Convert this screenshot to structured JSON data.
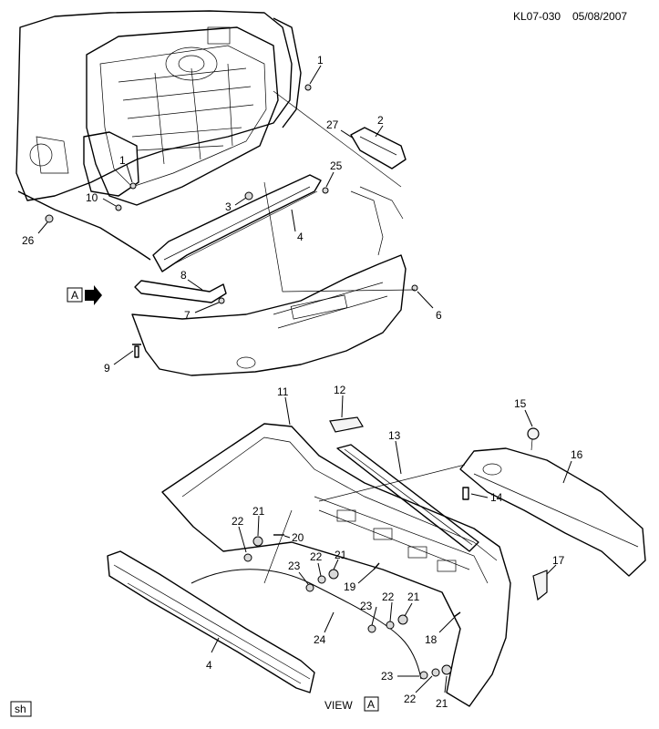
{
  "header": {
    "code": "KL07-030",
    "date": "05/08/2007"
  },
  "footer": {
    "tag": "sh",
    "view_label": "VIEW",
    "view_letter": "A"
  },
  "view_marker_upper": "A",
  "callouts_upper": [
    "1",
    "2",
    "27",
    "25",
    "1",
    "10",
    "3",
    "4",
    "26",
    "8",
    "7",
    "9",
    "6"
  ],
  "callouts_lower": [
    "11",
    "12",
    "13",
    "15",
    "16",
    "14",
    "21",
    "22",
    "20",
    "22",
    "21",
    "23",
    "19",
    "17",
    "24",
    "23",
    "22",
    "21",
    "18",
    "4",
    "23",
    "22",
    "21"
  ]
}
